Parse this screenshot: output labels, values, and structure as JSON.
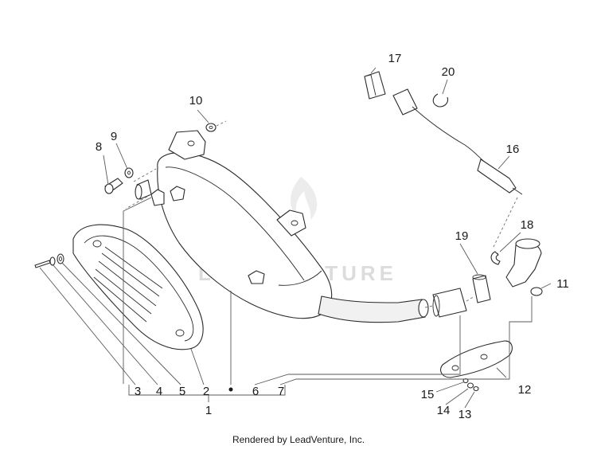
{
  "diagram": {
    "callouts": [
      {
        "id": "p1",
        "label": "1"
      },
      {
        "id": "p2",
        "label": "2"
      },
      {
        "id": "p3",
        "label": "3"
      },
      {
        "id": "p4",
        "label": "4"
      },
      {
        "id": "p5",
        "label": "5"
      },
      {
        "id": "p6",
        "label": "6"
      },
      {
        "id": "p7",
        "label": "7"
      },
      {
        "id": "p8",
        "label": "8"
      },
      {
        "id": "p9",
        "label": "9"
      },
      {
        "id": "p10",
        "label": "10"
      },
      {
        "id": "p11",
        "label": "11"
      },
      {
        "id": "p12",
        "label": "12"
      },
      {
        "id": "p13",
        "label": "13"
      },
      {
        "id": "p14",
        "label": "14"
      },
      {
        "id": "p15",
        "label": "15"
      },
      {
        "id": "p16",
        "label": "16"
      },
      {
        "id": "p17",
        "label": "17"
      },
      {
        "id": "p18",
        "label": "18"
      },
      {
        "id": "p19",
        "label": "19"
      },
      {
        "id": "p20",
        "label": "20"
      }
    ],
    "watermark": "LEADVENTURE",
    "footer": "Rendered by LeadVenture, Inc."
  }
}
